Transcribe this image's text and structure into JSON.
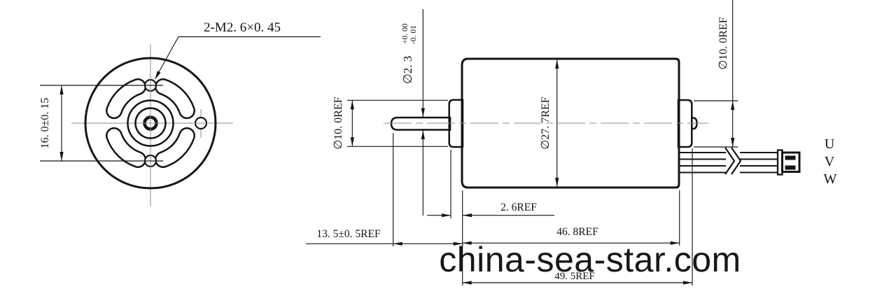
{
  "drawing": {
    "title_watermark": "china-sea-star.com",
    "front_view": {
      "thread_callout": "2-M2. 6×0. 45",
      "hole_spacing": "16. 0±0. 15"
    },
    "side_view": {
      "shaft_diameter": "∅2. 3",
      "shaft_diameter_tol_upper": "+0. 00",
      "shaft_diameter_tol_lower": "-0. 01",
      "front_boss_diameter": "∅10. 0REF",
      "body_diameter": "∅27. 7REF",
      "rear_boss_diameter": "∅10. 0REF",
      "boss_length": "2. 6REF",
      "shaft_length": "13. 5±0. 5REF",
      "body_length": "46. 8REF",
      "overall_length": "49. 5REF",
      "wire_labels": {
        "u": "U",
        "v": "V",
        "w": "W"
      }
    }
  }
}
